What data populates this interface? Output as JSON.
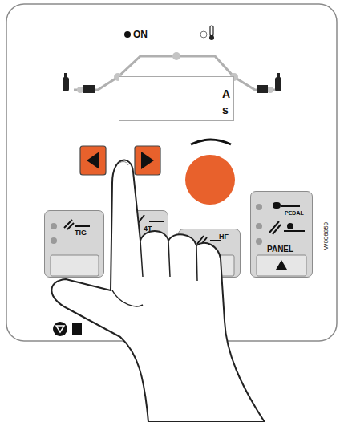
{
  "diagram": {
    "nodes": [
      {
        "text": [
          "A",
          "s"
        ]
      },
      {
        "text": [
          "TIG"
        ]
      },
      {
        "text": [
          "4T"
        ]
      },
      {
        "text": [
          "HF"
        ]
      },
      {
        "text": [
          "PEDAL",
          "PANEL"
        ]
      }
    ],
    "labels": [
      "ON",
      "W006859"
    ]
  }
}
